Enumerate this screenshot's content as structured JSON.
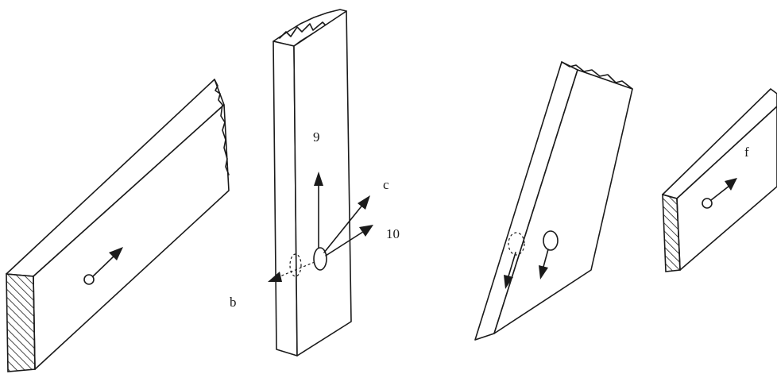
{
  "labels": {
    "nine": "9",
    "ten": "10",
    "c": "c",
    "b": "b",
    "f": "f"
  },
  "colors": {
    "ink": "#1a1a1a",
    "paper": "#ffffff"
  }
}
